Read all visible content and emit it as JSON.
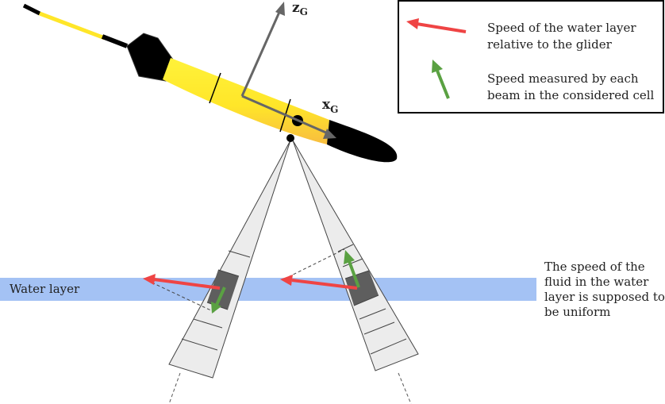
{
  "axes": {
    "z_letter": "z",
    "z_sub": "G",
    "x_letter": "x",
    "x_sub": "G"
  },
  "legend": {
    "item1_line1": "Speed of the water layer",
    "item1_line2": "relative to the glider",
    "item2_line1": "Speed measured by each",
    "item2_line2": "beam in the considered cell"
  },
  "water_layer_label": "Water layer",
  "note_lines": [
    "The speed of the",
    "fluid in the water",
    "layer is supposed to",
    "be uniform"
  ],
  "colors": {
    "water_layer": "#a4c2f4",
    "layer_arrow": "#ef4444",
    "beam_arrow": "#5aa142",
    "glider_body": "#ffe629",
    "glider_body_edge": "#f6b93b",
    "axis": "#666666",
    "beam_fill": "#ececec",
    "cell_fill": "#5e5e5e"
  },
  "icons": {
    "layer_arrow": "red-arrow-icon",
    "beam_arrow": "green-arrow-icon"
  }
}
